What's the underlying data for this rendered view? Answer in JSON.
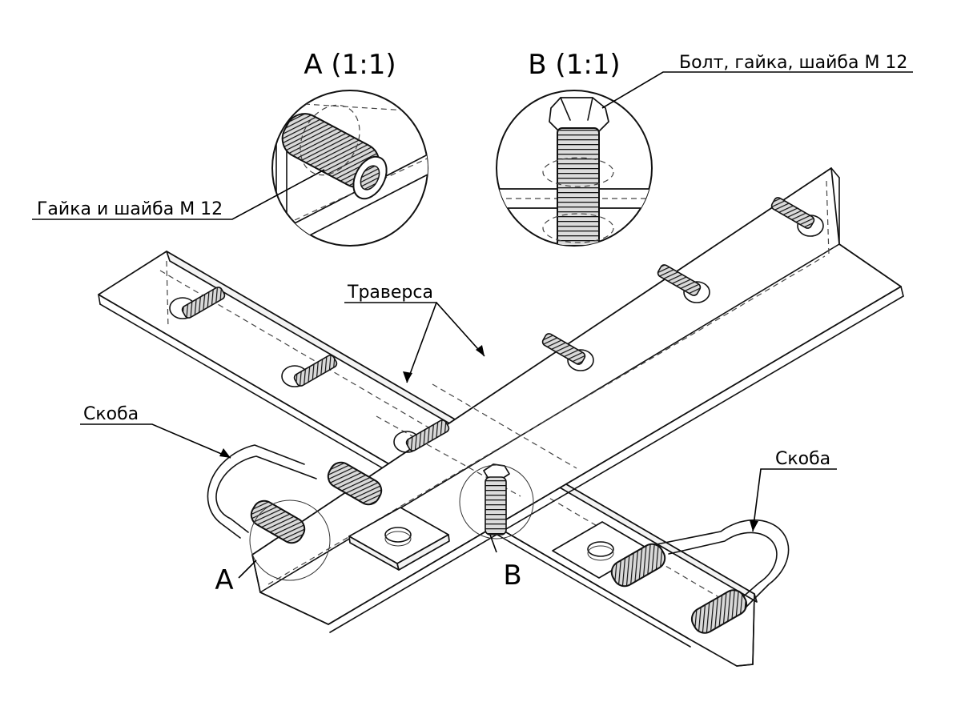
{
  "labels": {
    "detail_a_title": "А (1:1)",
    "detail_b_title": "В (1:1)",
    "bolt_nut_washer": "Болт, гайка, шайба М 12",
    "nut_washer": "Гайка и шайба М 12",
    "traverse": "Траверса",
    "bracket_left": "Скоба",
    "bracket_right": "Скоба",
    "marker_a": "A",
    "marker_b": "B"
  },
  "colors": {
    "line": "#111111",
    "bolt": "#1a1a1a",
    "background": "#ffffff"
  },
  "icons": [
    "bolt-icon",
    "nut-washer-icon",
    "u-bolt-icon",
    "angle-bar-icon"
  ]
}
